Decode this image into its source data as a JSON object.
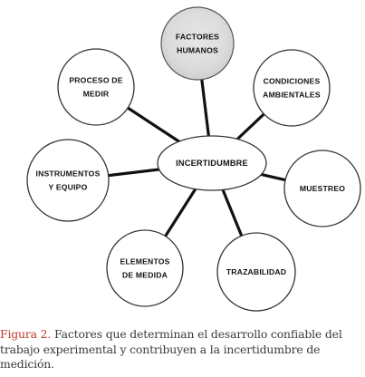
{
  "center": {
    "lines": [
      "INCERTIDUMBRE"
    ]
  },
  "nodes": [
    {
      "id": "factores-humanos",
      "lines": [
        "FACTORES",
        "HUMANOS"
      ]
    },
    {
      "id": "condiciones-ambientales",
      "lines": [
        "CONDICIONES",
        "AMBIENTALES"
      ]
    },
    {
      "id": "muestreo",
      "lines": [
        "MUESTREO"
      ]
    },
    {
      "id": "trazabilidad",
      "lines": [
        "TRAZABILIDAD"
      ]
    },
    {
      "id": "elementos-de-medida",
      "lines": [
        "ELEMENTOS",
        "DE MEDIDA"
      ]
    },
    {
      "id": "instrumentos-y-equipo",
      "lines": [
        "INSTRUMENTOS",
        "Y EQUIPO"
      ]
    },
    {
      "id": "proceso-de-medir",
      "lines": [
        "PROCESO DE",
        "MEDIR"
      ]
    }
  ],
  "caption": {
    "label": "Figura 2.",
    "text": " Factores que determinan el desarrollo confiable del trabajo experimental y contribuyen a la incertidumbre de medición."
  }
}
